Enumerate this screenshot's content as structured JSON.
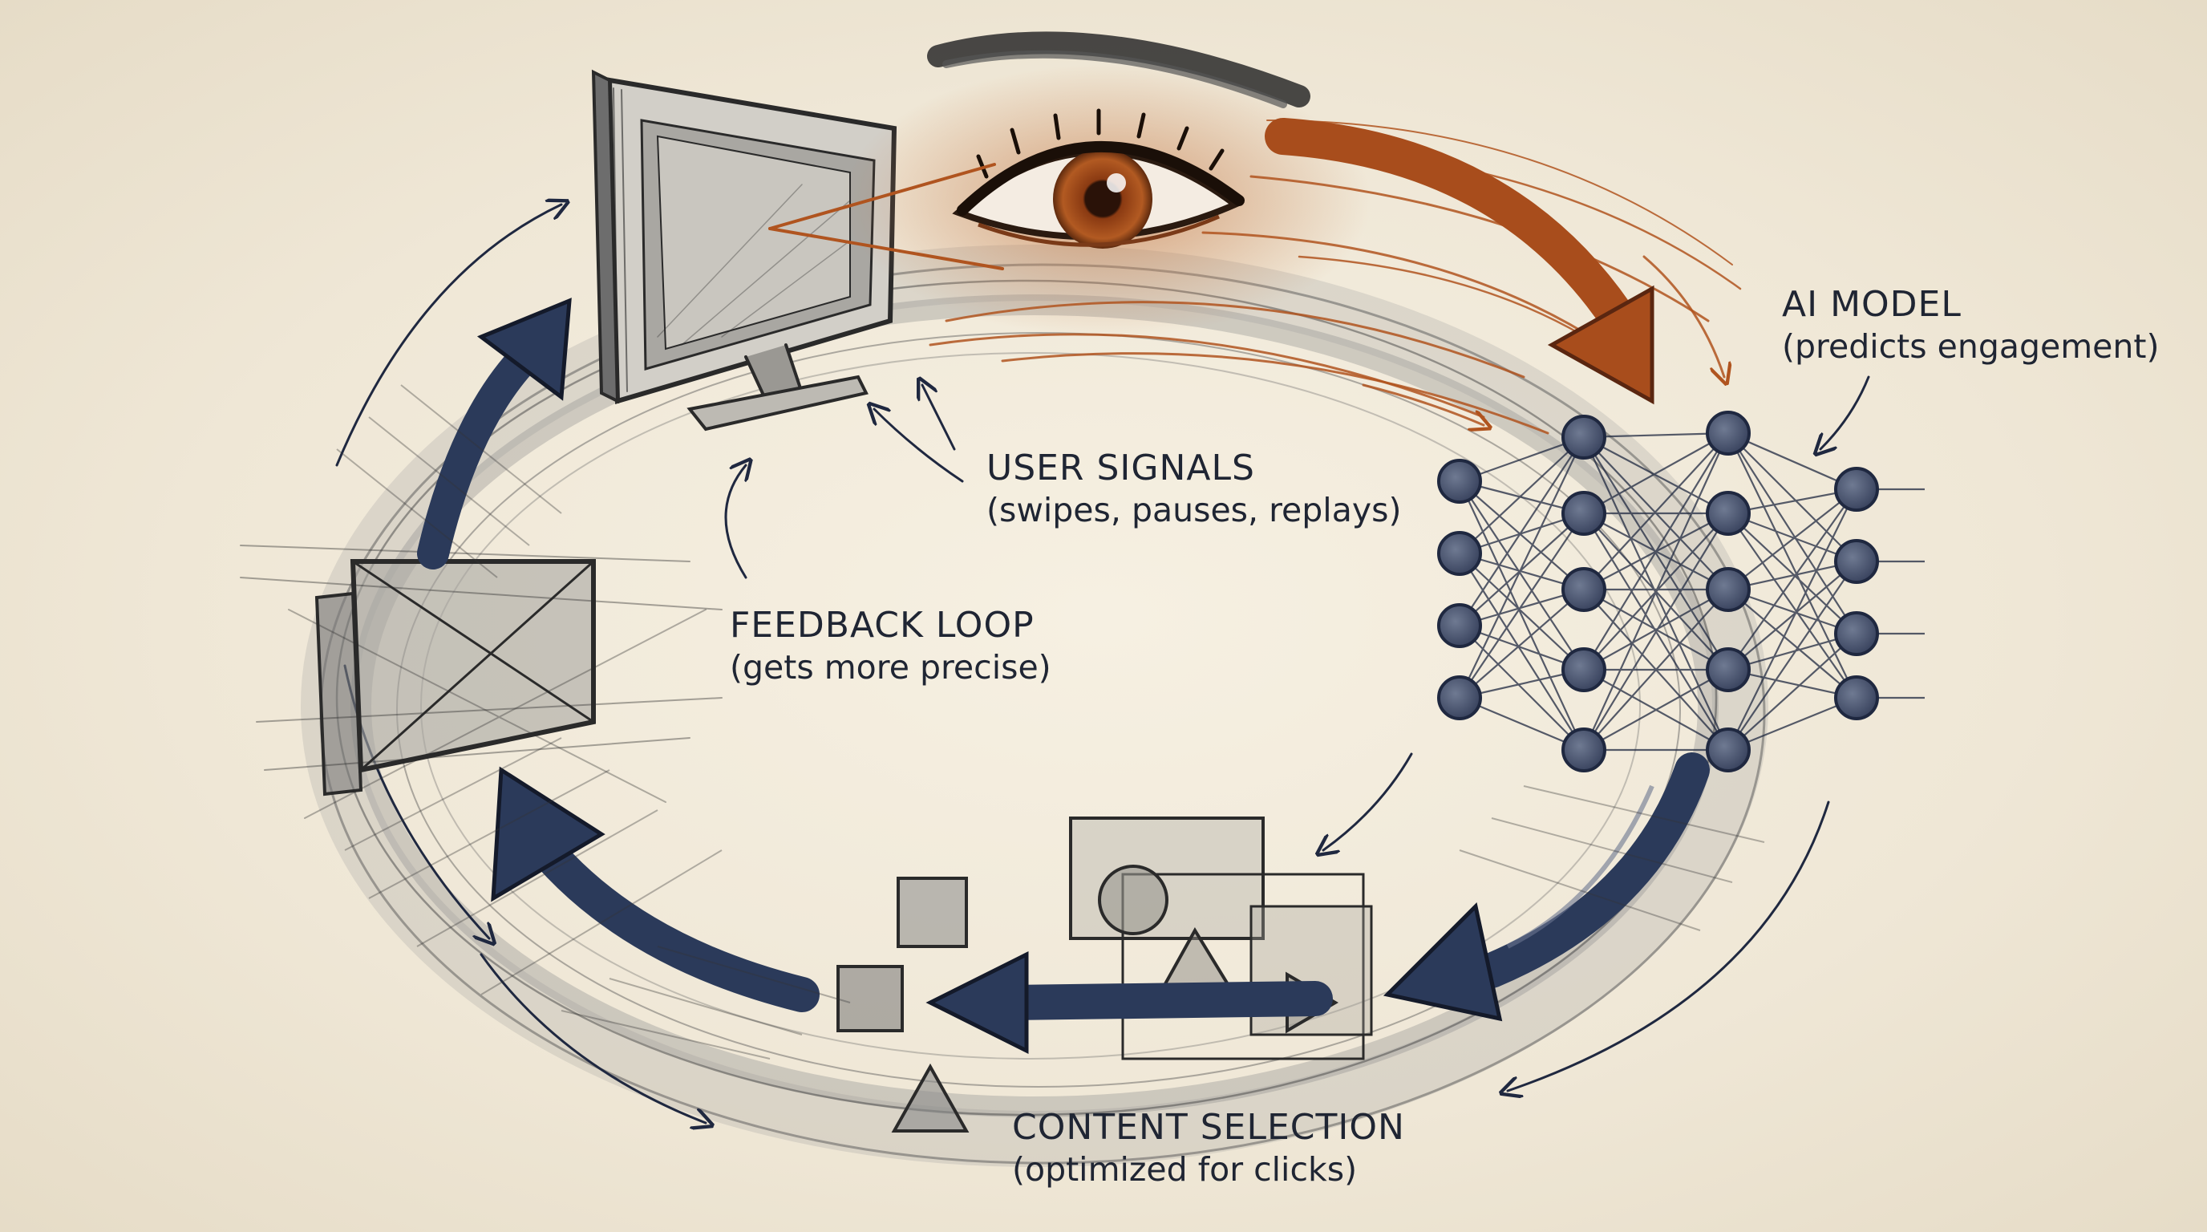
{
  "labels": {
    "ai_model": {
      "title": "AI MODEL",
      "subtitle": "(predicts engagement)"
    },
    "user_signals": {
      "title": "USER SIGNALS",
      "subtitle": "(swipes, pauses, replays)"
    },
    "feedback_loop": {
      "title": "FEEDBACK LOOP",
      "subtitle": "(gets more precise)"
    },
    "content_selection": {
      "title": "CONTENT SELECTION",
      "subtitle": "(optimized for clicks)"
    }
  },
  "colors": {
    "paper": "#f2ebdc",
    "ink": "#1f2533",
    "navy": "#2b3a5a",
    "rust": "#b0541f",
    "graphite": "#6b6b6b"
  },
  "icons": [
    "eye-icon",
    "monitor-icon",
    "neural-network-icon",
    "content-shapes-icon",
    "feed-card-icon"
  ]
}
